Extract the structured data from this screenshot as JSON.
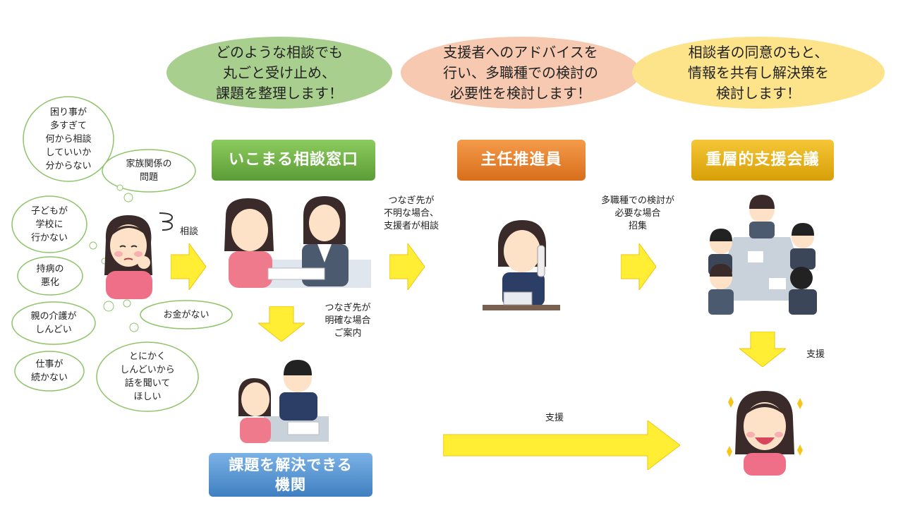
{
  "top_bubbles": [
    {
      "text": "どのような相談でも\n丸ごと受け止め、\n課題を整理します！",
      "color": "#a9cf8e"
    },
    {
      "text": "支援者へのアドバイスを\n行い、多職種での検討の\n必要性を検討します！",
      "color": "#f6c9b0"
    },
    {
      "text": "相談者の同意のもと、\n情報を共有し解決策を\n検討します！",
      "color": "#fde38a"
    }
  ],
  "boxes": {
    "ikomaru": {
      "label": "いこまる相談窓口",
      "color": "#6cad42"
    },
    "shunin": {
      "label": "主任推進員",
      "color": "#e57f2a"
    },
    "jusou": {
      "label": "重層的支援会議",
      "color": "#e3ad10"
    },
    "kikan": {
      "label": "課題を解決できる\n機関",
      "color": "#5b9bd5"
    }
  },
  "clouds": [
    "困り事が\n多すぎて\n何から相談\nしていいか\n分からない",
    "家族関係の\n問題",
    "子どもが\n学校に\n行かない",
    "持病の\n悪化",
    "親の介護が\nしんどい",
    "お金がない",
    "仕事が\n続かない",
    "とにかく\nしんどいから\n話を聞いて\nほしい"
  ],
  "notes": {
    "soudan": "相談",
    "unknown": "つなぎ先が\n不明な場合、\n支援者が相談",
    "known": "つなぎ先が\n明確な場合\nご案内",
    "multi": "多職種での検討が\n必要な場合\n招集",
    "shien_right": "支援",
    "shien_bottom": "支援"
  },
  "colors": {
    "arrow": "#ffee33",
    "arrow_stroke": "#f1c40f",
    "cloud_stroke": "#8fc46a"
  }
}
